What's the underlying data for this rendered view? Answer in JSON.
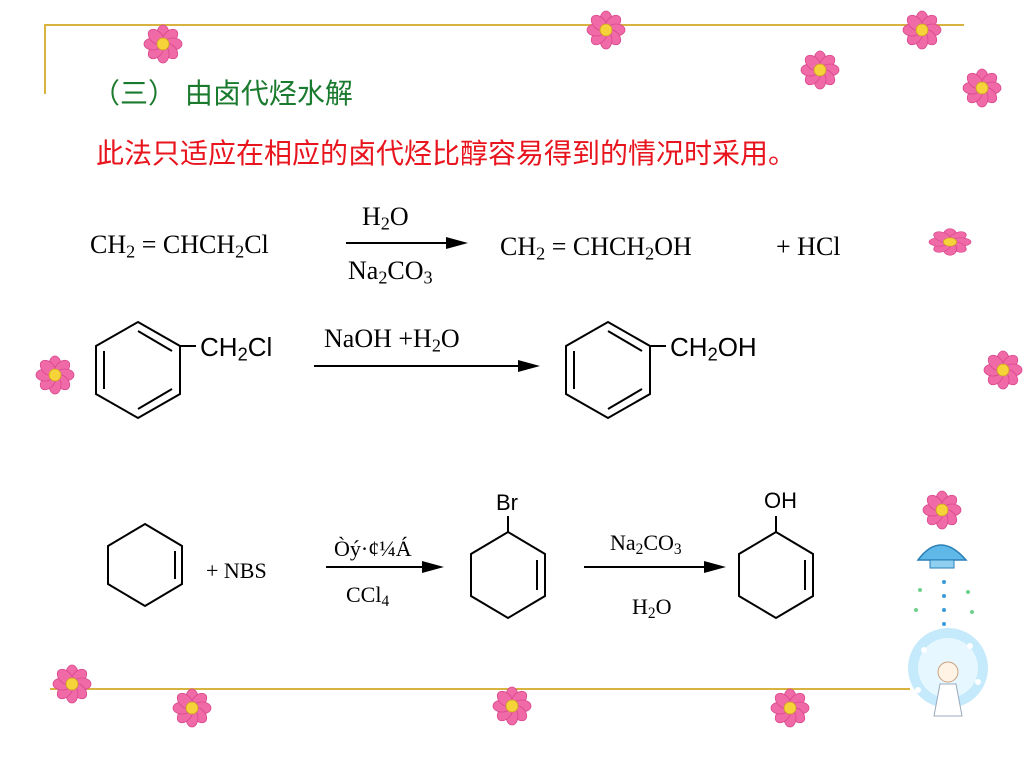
{
  "heading": "（三）  由卤代烃水解",
  "note": "此法只适应在相应的卤代烃比醇容易得到的情况时采用。",
  "colors": {
    "heading": "#1a7a2e",
    "note": "#e8141e",
    "frame": "#d8b340",
    "flower_petal": "#f06aa8",
    "flower_center": "#f7d33a"
  },
  "reaction1": {
    "reactant": [
      "CH",
      "2",
      " = CHCH",
      "2",
      "Cl"
    ],
    "reagent_top": [
      "H",
      "2",
      "O"
    ],
    "reagent_bottom": [
      "Na",
      "2",
      "CO",
      "3"
    ],
    "product": [
      "CH",
      "2",
      " = CHCH",
      "2",
      "OH"
    ],
    "byproduct": "+  HCl"
  },
  "reaction2": {
    "reactant_group": [
      "CH",
      "2",
      "Cl"
    ],
    "reagent_top": [
      "NaOH  +H",
      "2",
      "O"
    ],
    "product_group": [
      "CH",
      "2",
      "OH"
    ]
  },
  "reaction3": {
    "plus_reagent": "+   NBS",
    "condition_top": "Òý·¢¼Á",
    "condition_bottom": [
      "CCl",
      "4"
    ],
    "intermediate_group": "Br",
    "reagent_top": [
      "Na",
      "2",
      "CO",
      "3"
    ],
    "reagent_bottom": [
      "H",
      "2",
      "O"
    ],
    "product_group": "OH"
  },
  "icons": {
    "flower": "pink-flower-icon",
    "decoration": "angel-sparkle-icon"
  }
}
